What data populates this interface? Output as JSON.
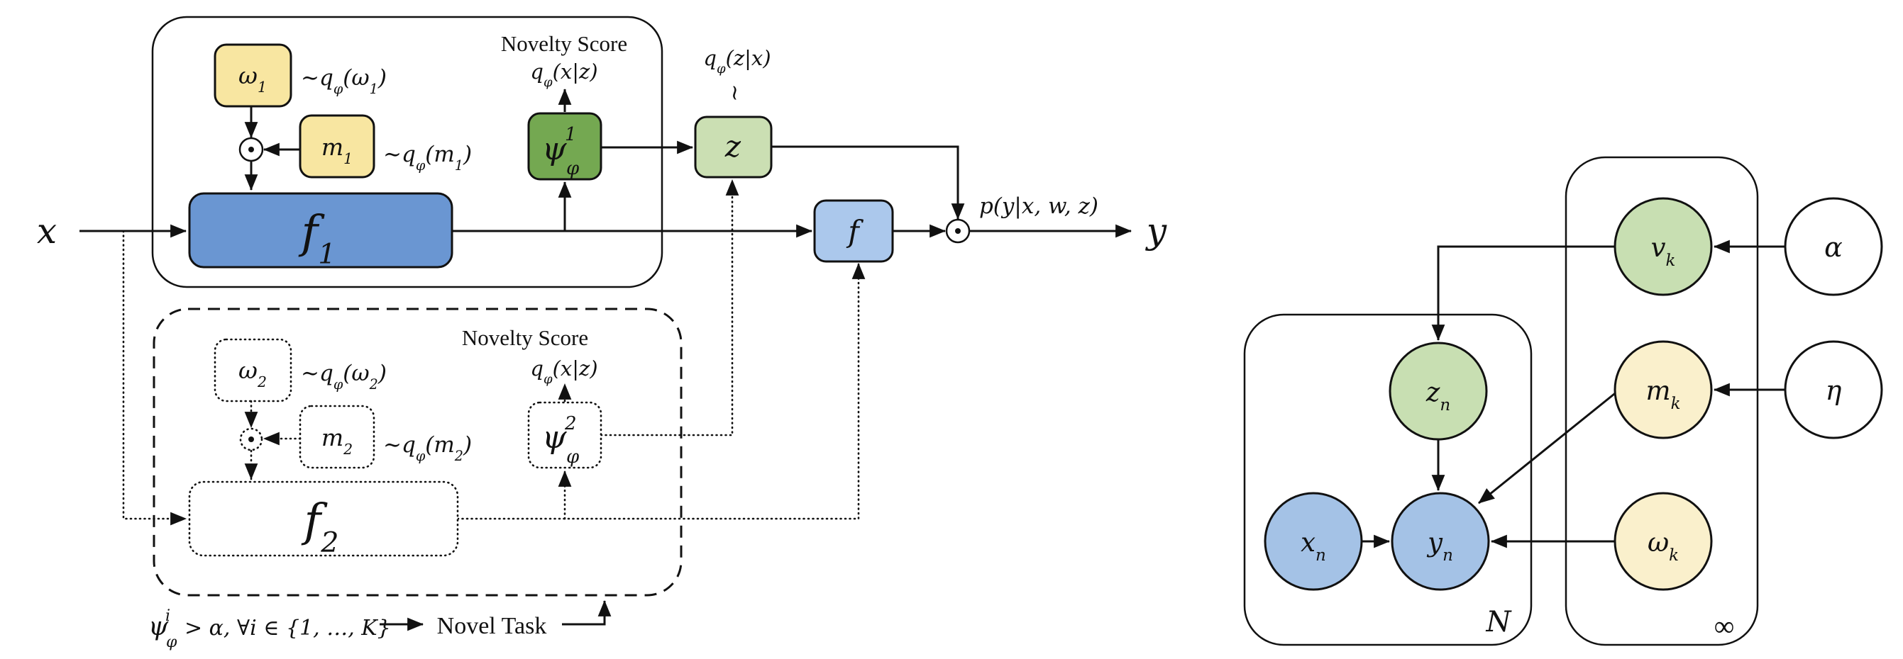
{
  "colors": {
    "gold": "#F8E6A1",
    "pale_gold": "#FAF0CC",
    "dark_green": "#74A851",
    "light_green": "#CBDFB3",
    "mid_blue": "#6A96D2",
    "light_blue": "#ABC8EC",
    "node_green": "#C8DFB2",
    "node_blue": "#A4C2E6",
    "white": "#FFFFFF",
    "line": "#111111"
  },
  "left": {
    "io": {
      "input": "x",
      "output": "y",
      "p_label": "p(y|x, w, z)"
    },
    "task1": {
      "novelty_title": "Novelty Score",
      "novelty_score": [
        {
          "t": "q"
        },
        {
          "t": "φ",
          "s": "sub"
        },
        {
          "t": "(x|z)"
        }
      ],
      "omega": [
        {
          "t": "ω"
        },
        {
          "t": "1",
          "s": "sub"
        }
      ],
      "omega_dist": [
        {
          "t": "∼q"
        },
        {
          "t": "φ",
          "s": "sub"
        },
        {
          "t": "(ω"
        },
        {
          "t": "1",
          "s": "sub"
        },
        {
          "t": ")"
        }
      ],
      "m": [
        {
          "t": "m"
        },
        {
          "t": "1",
          "s": "sub"
        }
      ],
      "m_dist": [
        {
          "t": "∼q"
        },
        {
          "t": "φ",
          "s": "sub"
        },
        {
          "t": "(m"
        },
        {
          "t": "1",
          "s": "sub"
        },
        {
          "t": ")"
        }
      ],
      "f": [
        {
          "t": "f"
        },
        {
          "t": "1",
          "s": "sub"
        }
      ],
      "psi": {
        "base": "ψ",
        "sup": "1",
        "sub": "φ"
      },
      "z_posterior": [
        {
          "t": "q"
        },
        {
          "t": "φ",
          "s": "sub"
        },
        {
          "t": "(z|x)"
        }
      ],
      "tilde": "∼",
      "z": "z",
      "f_head": "f"
    },
    "task2": {
      "novelty_title": "Novelty Score",
      "novelty_score": [
        {
          "t": "q"
        },
        {
          "t": "φ",
          "s": "sub"
        },
        {
          "t": "(x|z)"
        }
      ],
      "omega": [
        {
          "t": "ω"
        },
        {
          "t": "2",
          "s": "sub"
        }
      ],
      "omega_dist": [
        {
          "t": "∼q"
        },
        {
          "t": "φ",
          "s": "sub"
        },
        {
          "t": "(ω"
        },
        {
          "t": "2",
          "s": "sub"
        },
        {
          "t": ")"
        }
      ],
      "m": [
        {
          "t": "m"
        },
        {
          "t": "2",
          "s": "sub"
        }
      ],
      "m_dist": [
        {
          "t": "∼q"
        },
        {
          "t": "φ",
          "s": "sub"
        },
        {
          "t": "(m"
        },
        {
          "t": "2",
          "s": "sub"
        },
        {
          "t": ")"
        }
      ],
      "f": [
        {
          "t": "f"
        },
        {
          "t": "2",
          "s": "sub"
        }
      ],
      "psi": {
        "base": "ψ",
        "sup": "2",
        "sub": "φ"
      }
    },
    "criterion": {
      "psi": "ψ",
      "sup": "i",
      "sub": "φ",
      "condition": "> α, ∀i ∈ {1, …, K}",
      "result": "Novel Task"
    }
  },
  "right": {
    "nodes": {
      "vk": [
        {
          "t": "v"
        },
        {
          "t": "k",
          "s": "sub"
        }
      ],
      "alpha": "α",
      "mk": [
        {
          "t": "m"
        },
        {
          "t": "k",
          "s": "sub"
        }
      ],
      "eta": "η",
      "zn": [
        {
          "t": "z"
        },
        {
          "t": "n",
          "s": "sub"
        }
      ],
      "xn": [
        {
          "t": "x"
        },
        {
          "t": "n",
          "s": "sub"
        }
      ],
      "yn": [
        {
          "t": "y"
        },
        {
          "t": "n",
          "s": "sub"
        }
      ],
      "omegak": [
        {
          "t": "ω"
        },
        {
          "t": "k",
          "s": "sub"
        }
      ]
    },
    "plates": {
      "n": "N",
      "infinity": "∞"
    }
  }
}
